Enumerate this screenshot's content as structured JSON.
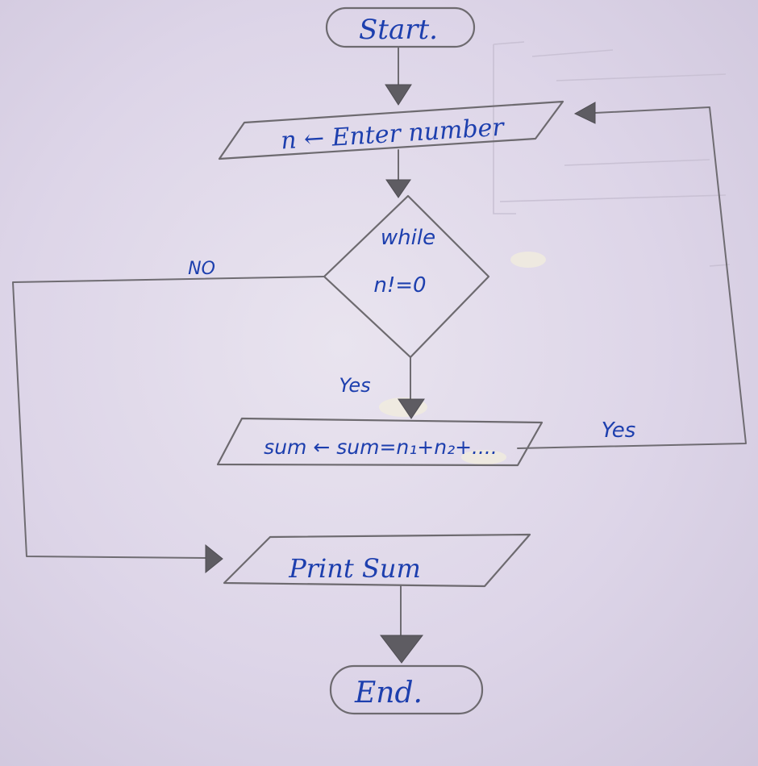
{
  "diagram": {
    "start_label": "Start.",
    "input_label": "n ← Enter number",
    "condition_line1": "while",
    "condition_line2": "n!=0",
    "no_label": "NO",
    "yes_label_down": "Yes",
    "process_label": "sum ← sum=n₁+n₂+....",
    "yes_label_loop": "Yes",
    "output_label": "Print Sum",
    "end_label": "End."
  },
  "colors": {
    "ink_blue": "#1d3fae",
    "pencil": "#6d6a6f",
    "paper": "#e2dbe9"
  }
}
